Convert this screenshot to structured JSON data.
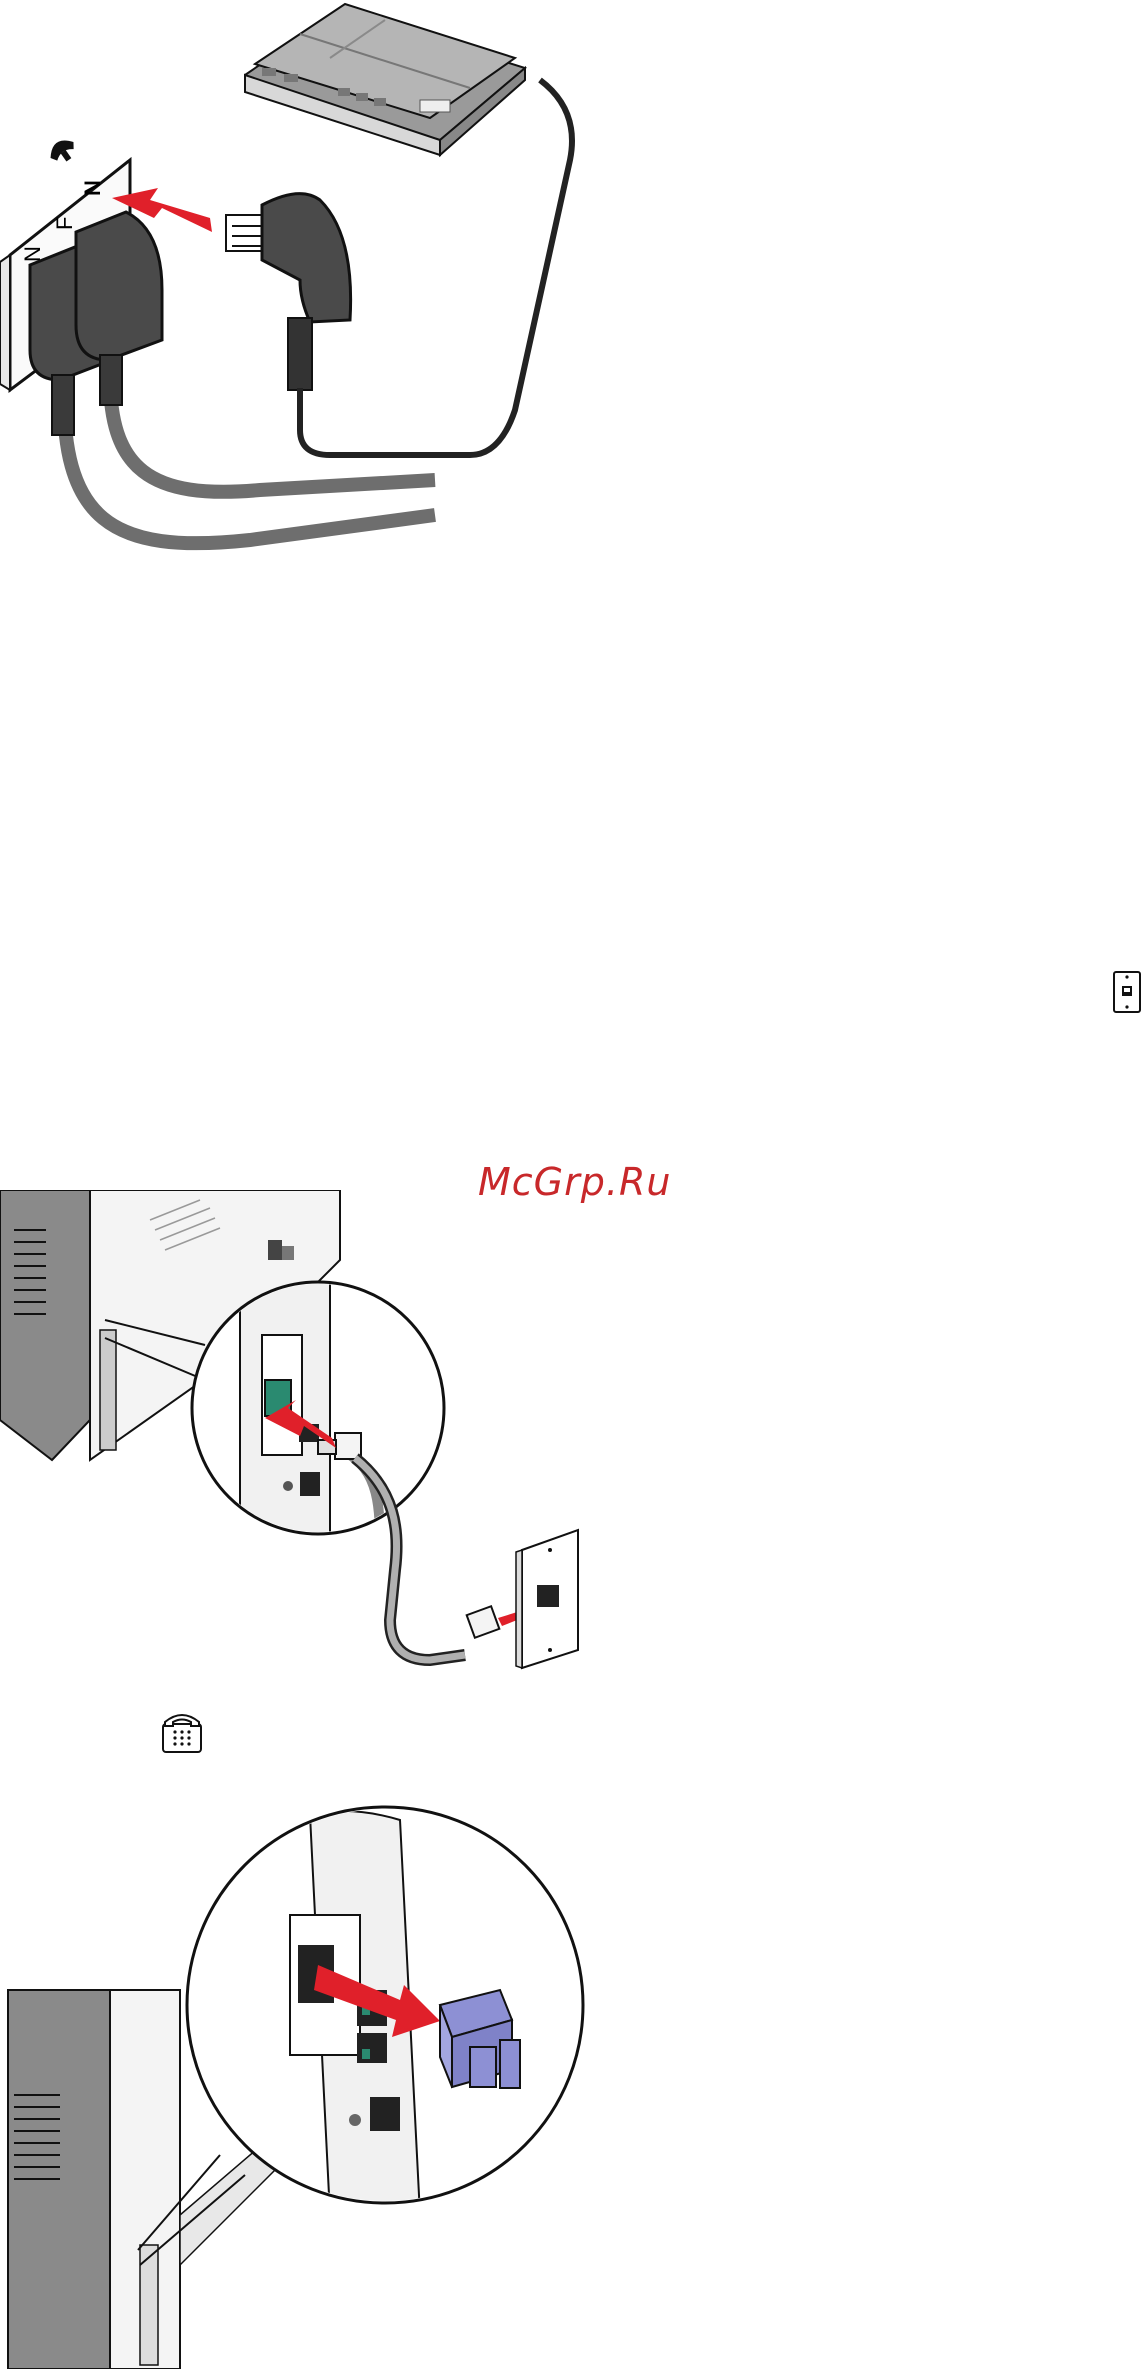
{
  "watermark": {
    "text": "McGrp.Ru",
    "color": "#c8282a"
  },
  "icons": {
    "wall_jack_icon": "wall-jack-icon",
    "telephone_icon": "telephone-icon"
  },
  "colors": {
    "arrow": "#e0202a",
    "cable": "#6e6e6e",
    "plug_dark": "#3a3a3a",
    "device_gray": "#8a8a8a",
    "printer_light": "#f2f2f2",
    "jack_green": "#2a8a70",
    "plug_blue": "#8d90d4"
  },
  "figures": [
    {
      "name": "answering-machine-to-tae-wall-jack",
      "adapter_letters": [
        "N",
        "F",
        "N"
      ]
    },
    {
      "name": "printer-line-port-to-wall-jack"
    },
    {
      "name": "remove-ext-port-plug"
    }
  ]
}
